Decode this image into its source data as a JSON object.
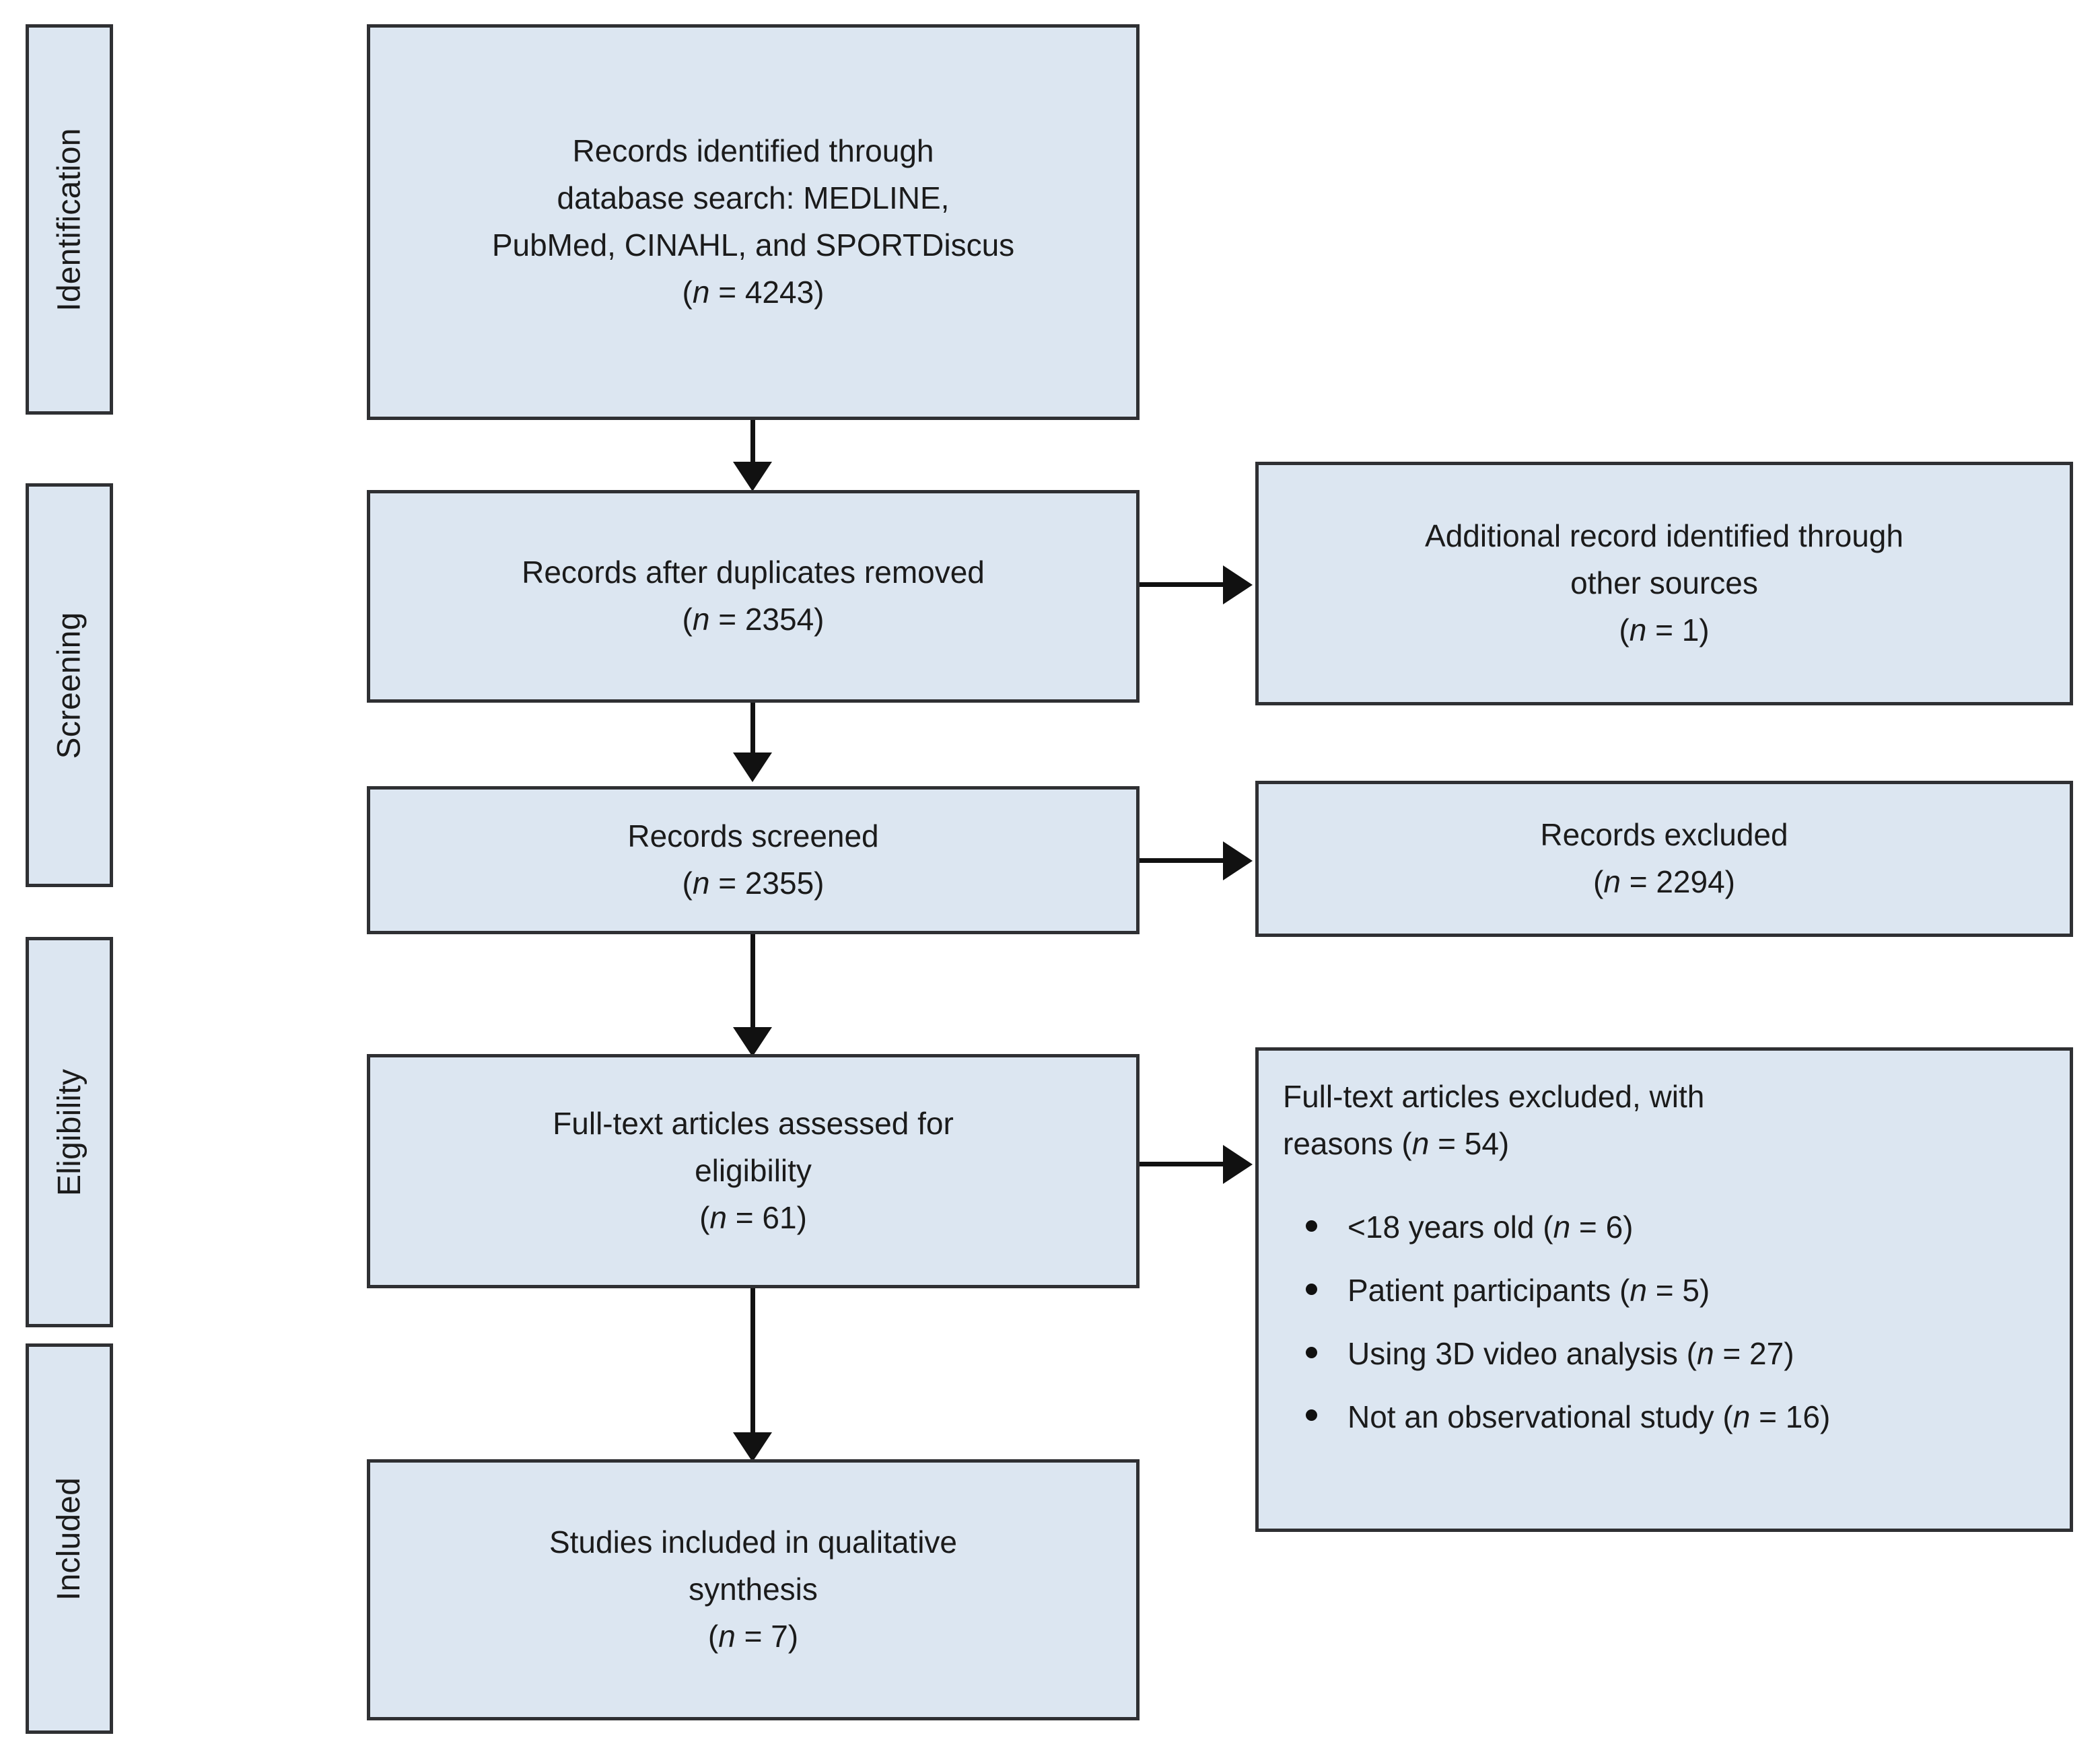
{
  "diagram": {
    "title": "PRISMA flow diagram",
    "colors": {
      "box_fill": "#DCE6F1",
      "box_border": "#2F3033",
      "arrow": "#111111",
      "text": "#1B1B1B",
      "background": "#ffffff"
    }
  },
  "stages": [
    {
      "label": "Identification"
    },
    {
      "label": "Screening"
    },
    {
      "label": "Eligibility"
    },
    {
      "label": "Included"
    }
  ],
  "boxes": {
    "identified": {
      "line1": "Records identified through",
      "line2": "database search: MEDLINE,",
      "line3": "PubMed, CINAHL, and SPORTDiscus",
      "count_open": "(",
      "count_n": "n",
      "count_value": " = 4243)"
    },
    "duplicates_removed": {
      "line1": "Records after duplicates removed",
      "count_open": "(",
      "count_n": "n",
      "count_value": " = 2354)"
    },
    "additional_records": {
      "line1": "Additional record identified through",
      "line2": "other sources",
      "count_open": "(",
      "count_n": "n",
      "count_value": " = 1)"
    },
    "screened": {
      "line1": "Records screened",
      "count_open": "(",
      "count_n": "n",
      "count_value": " = 2355)"
    },
    "records_excluded": {
      "line1": "Records excluded",
      "count_open": "(",
      "count_n": "n",
      "count_value": " = 2294)"
    },
    "fulltext_assessed": {
      "line1": "Full-text articles assessed for",
      "line2": "eligibility",
      "count_open": "(",
      "count_n": "n",
      "count_value": " = 61)"
    },
    "fulltext_excluded": {
      "head_part1": "Full-text articles excluded, with",
      "head_part2": "reasons (",
      "head_n": "n",
      "head_part3": " = 54)",
      "reasons": [
        {
          "text_before": "<18 years old (",
          "n": "n",
          "text_after": " = 6)"
        },
        {
          "text_before": "Patient participants (",
          "n": "n",
          "text_after": " = 5)"
        },
        {
          "text_before": "Using 3D video analysis (",
          "n": "n",
          "text_after": " = 27)"
        },
        {
          "text_before": "Not an observational study (",
          "n": "n",
          "text_after": " = 16)"
        }
      ]
    },
    "included_synthesis": {
      "line1": "Studies included in qualitative",
      "line2": "synthesis",
      "count_open": "(",
      "count_n": "n",
      "count_value": " = 7)"
    }
  },
  "chart_data": {
    "type": "table",
    "title": "PRISMA flow diagram",
    "nodes": [
      {
        "id": "identified",
        "stage": "Identification",
        "label": "Records identified through database search: MEDLINE, PubMed, CINAHL, and SPORTDiscus",
        "n": 4243
      },
      {
        "id": "duplicates_removed",
        "stage": "Screening",
        "label": "Records after duplicates removed",
        "n": 2354
      },
      {
        "id": "additional_records",
        "stage": "Screening",
        "label": "Additional record identified through other sources",
        "n": 1
      },
      {
        "id": "screened",
        "stage": "Screening",
        "label": "Records screened",
        "n": 2355
      },
      {
        "id": "records_excluded",
        "stage": "Screening",
        "label": "Records excluded",
        "n": 2294
      },
      {
        "id": "fulltext_assessed",
        "stage": "Eligibility",
        "label": "Full-text articles assessed for eligibility",
        "n": 61
      },
      {
        "id": "fulltext_excluded",
        "stage": "Eligibility",
        "label": "Full-text articles excluded, with reasons",
        "n": 54
      },
      {
        "id": "included_synthesis",
        "stage": "Included",
        "label": "Studies included in qualitative synthesis",
        "n": 7
      }
    ],
    "exclusion_reasons": [
      {
        "reason": "<18 years old",
        "n": 6
      },
      {
        "reason": "Patient participants",
        "n": 5
      },
      {
        "reason": "Using 3D video analysis",
        "n": 27
      },
      {
        "reason": "Not an observational study",
        "n": 16
      }
    ],
    "edges": [
      {
        "from": "identified",
        "to": "duplicates_removed",
        "direction": "down"
      },
      {
        "from": "duplicates_removed",
        "to": "additional_records",
        "direction": "right"
      },
      {
        "from": "duplicates_removed",
        "to": "screened",
        "direction": "down"
      },
      {
        "from": "screened",
        "to": "records_excluded",
        "direction": "right"
      },
      {
        "from": "screened",
        "to": "fulltext_assessed",
        "direction": "down"
      },
      {
        "from": "fulltext_assessed",
        "to": "fulltext_excluded",
        "direction": "right"
      },
      {
        "from": "fulltext_assessed",
        "to": "included_synthesis",
        "direction": "down"
      }
    ]
  }
}
